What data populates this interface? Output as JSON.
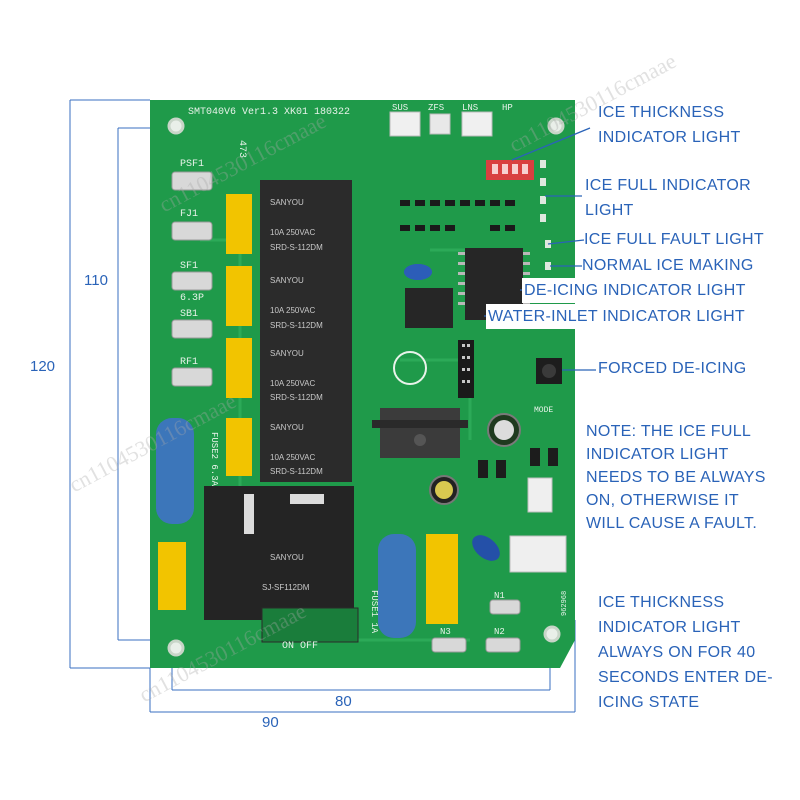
{
  "board": {
    "model_text": "SMT040V6 Ver1.3 XK01 180322",
    "connectors": [
      "SUS",
      "ZFS",
      "LNS",
      "HP"
    ],
    "relay_brand": "SANYOU",
    "relay_model": "SRD-S-112DM",
    "relay_rating": "10A 250VAC",
    "big_relay_brand": "SANYOU",
    "big_relay_model": "SJ-SF112DM",
    "terminals": [
      "PSF1",
      "FJ1",
      "SF1",
      "SB1",
      "RF1"
    ],
    "sf1_sub": "6.3P",
    "fuse2": "FUSE2 6.3A",
    "fuse1": "FUSE1 1A",
    "switch_label": "ON OFF",
    "bottom_terminals": [
      "N1",
      "N2",
      "N3"
    ],
    "mode_label": "MODE",
    "code_left": "473",
    "code_right": "962968"
  },
  "dimensions": {
    "outer_height": "120",
    "inner_height": "110",
    "inner_width": "80",
    "outer_width": "90"
  },
  "callouts": {
    "ice_thickness_1": "ICE THICKNESS",
    "ice_thickness_2": "INDICATOR LIGHT",
    "ice_full_1": "ICE FULL INDICATOR",
    "ice_full_2": "LIGHT",
    "ice_full_fault": "ICE FULL FAULT LIGHT",
    "normal_ice": "NORMAL ICE MAKING",
    "de_icing": "DE-ICING INDICATOR LIGHT",
    "water_inlet": "WATER-INLET INDICATOR LIGHT",
    "forced": "FORCED DE-ICING",
    "note_1": "NOTE: THE ICE FULL",
    "note_2": "INDICATOR LIGHT",
    "note_3": "NEEDS TO BE ALWAYS",
    "note_4": "ON, OTHERWISE IT",
    "note_5": "WILL CAUSE A FAULT.",
    "bottom_1": "ICE THICKNESS",
    "bottom_2": "INDICATOR LIGHT",
    "bottom_3": "ALWAYS ON FOR 40",
    "bottom_4": "SECONDS ENTER DE-",
    "bottom_5": "ICING STATE"
  },
  "watermarks": [
    "cn1104530116cmaae",
    "cn1104530116cmaae",
    "cn1104530116cmaae",
    "cn1104530116cmaae"
  ],
  "colors": {
    "pcb": "#1f9a4a",
    "callout": "#2a63b8",
    "relay": "#2b2b2b",
    "capacitor": "#f2c400",
    "fuse": "#3f72c7"
  }
}
